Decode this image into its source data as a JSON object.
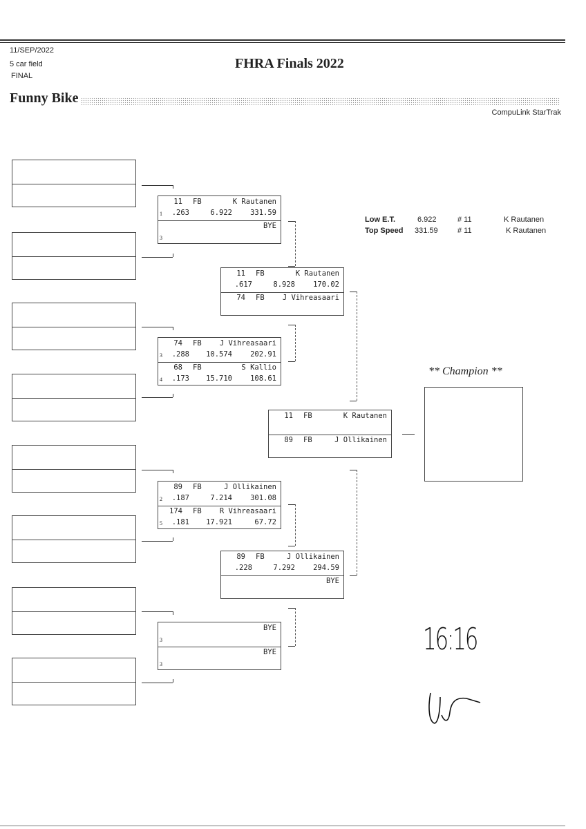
{
  "header": {
    "date": "11/SEP/2022",
    "field": "5 car field",
    "status": "FINAL",
    "title": "FHRA Finals 2022",
    "category": "Funny Bike",
    "software": "CompuLink StarTrak"
  },
  "stats": {
    "low_et": {
      "label": "Low  E.T.",
      "value": "6.922",
      "car": "# 11",
      "name": "K Rautanen"
    },
    "top_speed": {
      "label": "Top Speed",
      "value": "331.59",
      "car": "# 11",
      "name": "K Rautanen"
    }
  },
  "round1": [
    {
      "top": {
        "car": "11",
        "cls": "FB",
        "name": "K Rautanen",
        "lane": "1",
        "rt": ".263",
        "et": "6.922",
        "mph": "331.59"
      },
      "bottom": {
        "car": "",
        "cls": "",
        "name": "BYE",
        "lane": "3",
        "rt": "",
        "et": "",
        "mph": ""
      }
    },
    {
      "top": {
        "car": "74",
        "cls": "FB",
        "name": "J Vihreasaari",
        "lane": "3",
        "rt": ".288",
        "et": "10.574",
        "mph": "202.91"
      },
      "bottom": {
        "car": "68",
        "cls": "FB",
        "name": "S Kallio",
        "lane": "4",
        "rt": ".173",
        "et": "15.710",
        "mph": "108.61"
      }
    },
    {
      "top": {
        "car": "89",
        "cls": "FB",
        "name": "J Ollikainen",
        "lane": "2",
        "rt": ".187",
        "et": "7.214",
        "mph": "301.08"
      },
      "bottom": {
        "car": "174",
        "cls": "FB",
        "name": "R Vihreasaari",
        "lane": "5",
        "rt": ".181",
        "et": "17.921",
        "mph": "67.72"
      }
    },
    {
      "top": {
        "car": "",
        "cls": "",
        "name": "BYE",
        "lane": "3",
        "rt": "",
        "et": "",
        "mph": ""
      },
      "bottom": {
        "car": "",
        "cls": "",
        "name": "BYE",
        "lane": "3",
        "rt": "",
        "et": "",
        "mph": ""
      }
    }
  ],
  "round2": [
    {
      "top": {
        "car": "11",
        "cls": "FB",
        "name": "K Rautanen",
        "lane": "",
        "rt": ".617",
        "et": "8.928",
        "mph": "170.02"
      },
      "bottom": {
        "car": "74",
        "cls": "FB",
        "name": "J Vihreasaari",
        "lane": "",
        "rt": "",
        "et": "",
        "mph": ""
      }
    },
    {
      "top": {
        "car": "89",
        "cls": "FB",
        "name": "J Ollikainen",
        "lane": "",
        "rt": ".228",
        "et": "7.292",
        "mph": "294.59"
      },
      "bottom": {
        "car": "",
        "cls": "",
        "name": "BYE",
        "lane": "",
        "rt": "",
        "et": "",
        "mph": ""
      }
    }
  ],
  "final": [
    {
      "top": {
        "car": "11",
        "cls": "FB",
        "name": "K Rautanen",
        "lane": "",
        "rt": "",
        "et": "",
        "mph": ""
      },
      "bottom": {
        "car": "89",
        "cls": "FB",
        "name": "J Ollikainen",
        "lane": "",
        "rt": "",
        "et": "",
        "mph": ""
      }
    }
  ],
  "champion": {
    "label": "** Champion **",
    "name": ""
  },
  "handwritten": {
    "time": "16:16"
  }
}
